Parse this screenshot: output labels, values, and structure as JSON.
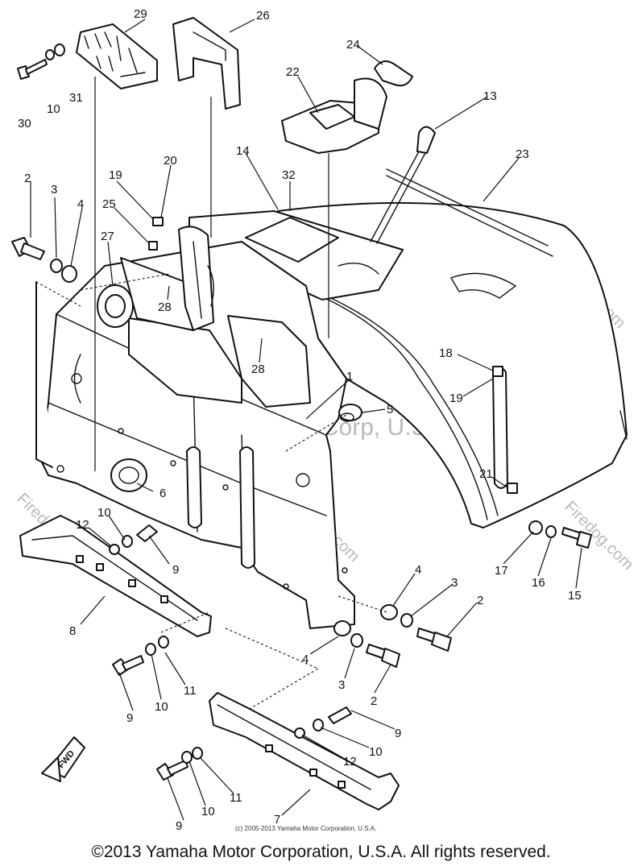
{
  "diagram": {
    "watermark_center": "Yamaha Motor Corp, U.S.A.",
    "watermark_site": "Firedog.com",
    "fwd_label": "FWD",
    "small_credit": "(c) 2005-2013 Yamaha Motor Corporation, U.S.A.",
    "callouts": [
      "29",
      "26",
      "24",
      "22",
      "13",
      "23",
      "14",
      "32",
      "30",
      "10",
      "31",
      "2",
      "3",
      "4",
      "19",
      "20",
      "25",
      "27",
      "28",
      "28",
      "1",
      "5",
      "18",
      "19",
      "6",
      "21",
      "12",
      "10",
      "9",
      "17",
      "16",
      "15",
      "8",
      "4",
      "3",
      "2",
      "4",
      "3",
      "2",
      "11",
      "10",
      "9",
      "9",
      "10",
      "12",
      "11",
      "10",
      "9",
      "7"
    ]
  },
  "copyright": "©2013 Yamaha Motor Corporation, U.S.A. All rights reserved."
}
